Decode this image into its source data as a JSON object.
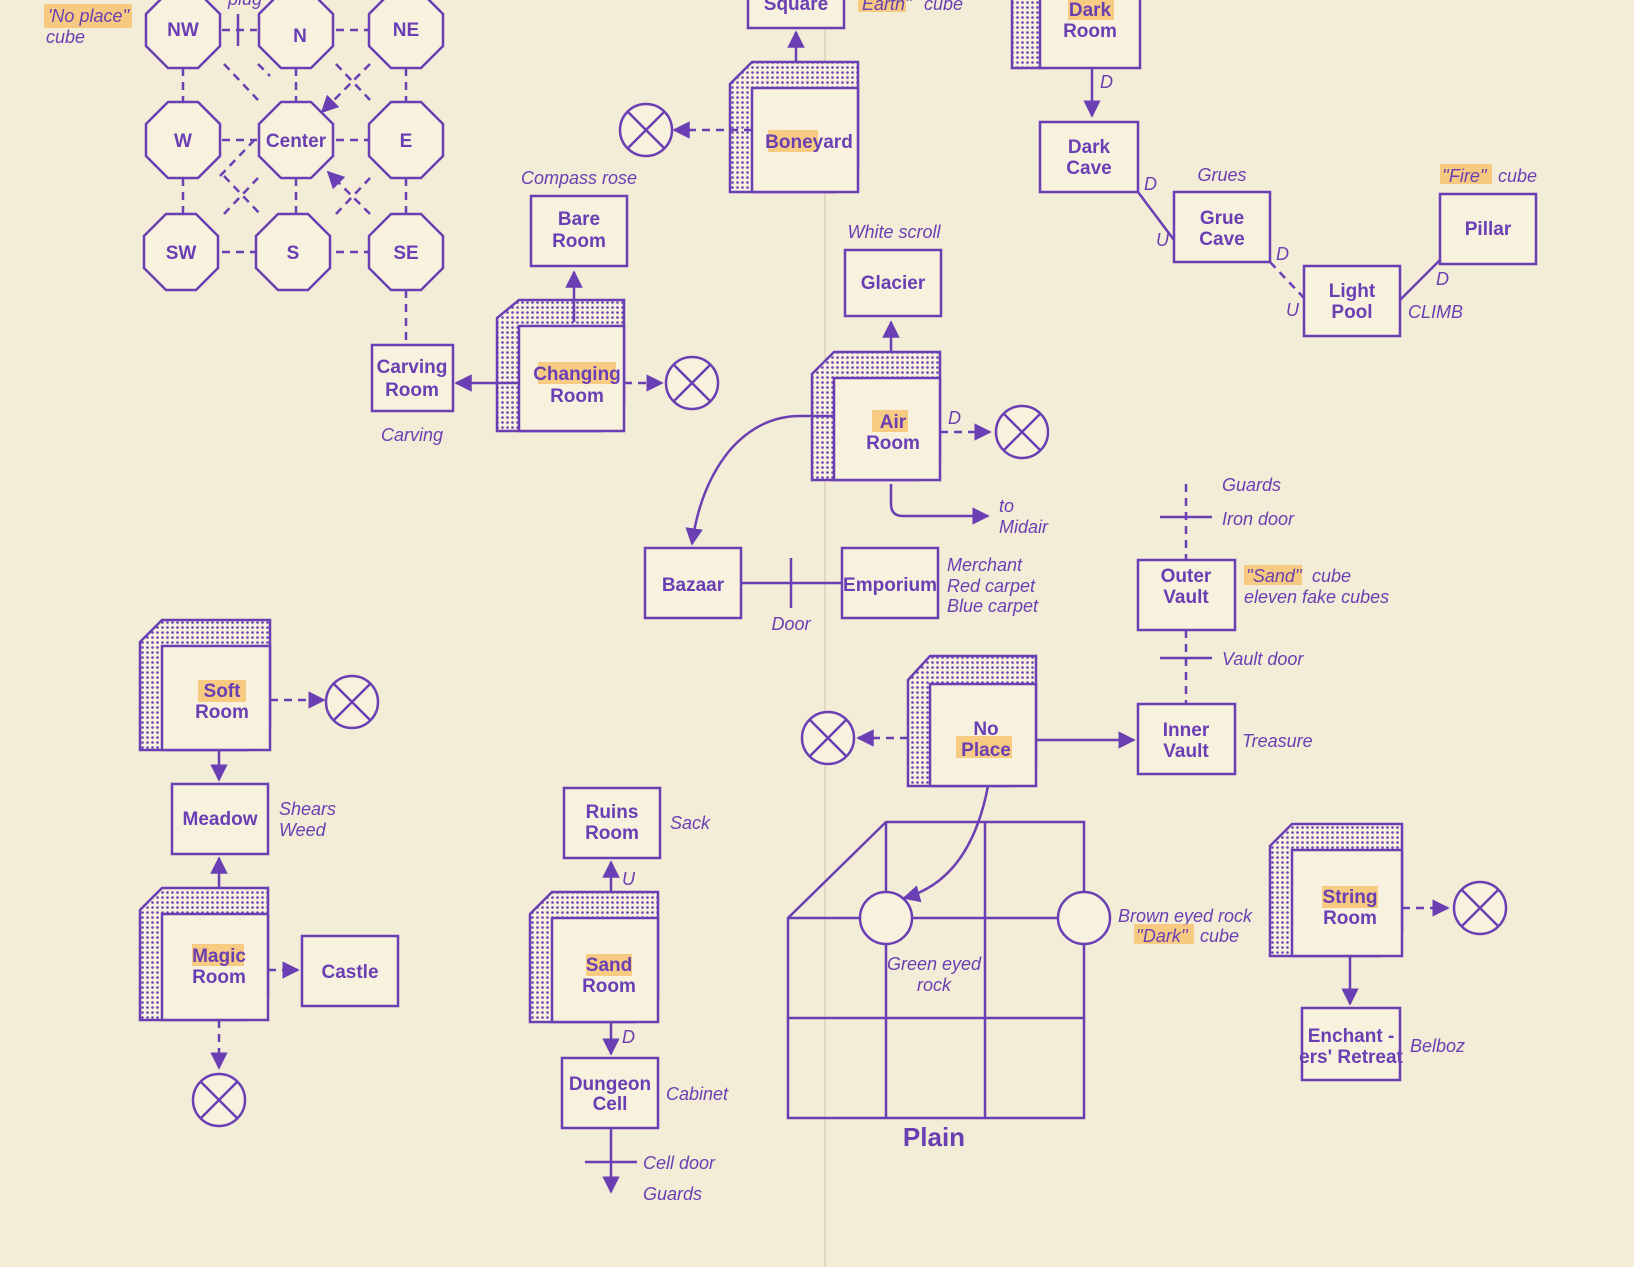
{
  "colors": {
    "ink": "#6a3fb3",
    "paper": "#f3ecd6",
    "highlight": "#f6c26a"
  },
  "compass": {
    "nw": "NW",
    "n": "N",
    "ne": "NE",
    "w": "W",
    "center": "Center",
    "e": "E",
    "sw": "SW",
    "s": "S",
    "se": "SE",
    "plug_note": "plug",
    "no_place_note_1": "'No place''",
    "no_place_note_2": "cube"
  },
  "rooms": {
    "square": "Square",
    "earth_note_1": "Earth''",
    "earth_note_2": "cube",
    "boneyard": "Boneyard",
    "compass_rose": "Compass rose",
    "bare_room_1": "Bare",
    "bare_room_2": "Room",
    "changing_1": "Changing",
    "changing_2": "Room",
    "carving_room_1": "Carving",
    "carving_room_2": "Room",
    "carving_note": "Carving",
    "white_scroll": "White scroll",
    "glacier": "Glacier",
    "air_1": "Air",
    "air_2": "Room",
    "air_d": "D",
    "midair_1": "to",
    "midair_2": "Midair",
    "bazaar": "Bazaar",
    "emporium": "Emporium",
    "door": "Door",
    "merchant": "Merchant",
    "red_carpet": "Red carpet",
    "blue_carpet": "Blue carpet",
    "dark_room_1": "Dark",
    "dark_room_2": "Room",
    "dark_d": "D",
    "dark_cave_1": "Dark",
    "dark_cave_2": "Cave",
    "grues": "Grues",
    "grue_cave_1": "Grue",
    "grue_cave_2": "Cave",
    "d1": "D",
    "u1": "U",
    "d2": "D",
    "u2": "U",
    "d3": "D",
    "light_pool_1": "Light",
    "light_pool_2": "Pool",
    "climb": "CLIMB",
    "fire_note_1": "''Fire''",
    "fire_note_2": "cube",
    "pillar": "Pillar",
    "guards_top": "Guards",
    "iron_door": "Iron door",
    "outer_vault_1": "Outer",
    "outer_vault_2": "Vault",
    "sand_note_1": "''Sand''",
    "sand_note_2": "cube",
    "sand_note_3": "eleven fake cubes",
    "vault_door": "Vault door",
    "inner_vault_1": "Inner",
    "inner_vault_2": "Vault",
    "treasure": "Treasure",
    "no_place_1": "No",
    "no_place_2": "Place",
    "soft_1": "Soft",
    "soft_2": "Room",
    "meadow": "Meadow",
    "shears": "Shears",
    "weed": "Weed",
    "magic_1": "Magic",
    "magic_2": "Room",
    "castle": "Castle",
    "ruins_1": "Ruins",
    "ruins_2": "Room",
    "sack": "Sack",
    "ruins_u": "U",
    "sand_room_1": "Sand",
    "sand_room_2": "Room",
    "sand_d": "D",
    "dungeon_1": "Dungeon",
    "dungeon_2": "Cell",
    "cabinet": "Cabinet",
    "cell_door": "Cell door",
    "guards_bottom": "Guards",
    "green_rock_1": "Green eyed",
    "green_rock_2": "rock",
    "brown_rock": "Brown eyed rock",
    "dark_note_1": "''Dark''",
    "dark_note_2": "cube",
    "plain": "Plain",
    "string_1": "String",
    "string_2": "Room",
    "enchanters_1": "Enchant -",
    "enchanters_2": "ers' Retreat",
    "belboz": "Belboz"
  }
}
